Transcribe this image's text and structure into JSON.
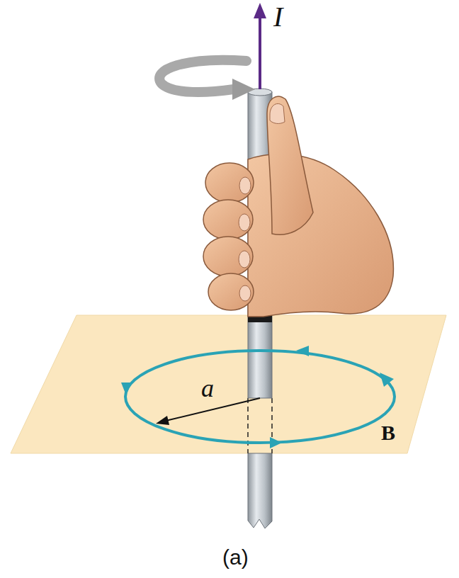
{
  "diagram": {
    "caption": "(a)",
    "labels": [
      "I",
      "a",
      "B"
    ]
  }
}
